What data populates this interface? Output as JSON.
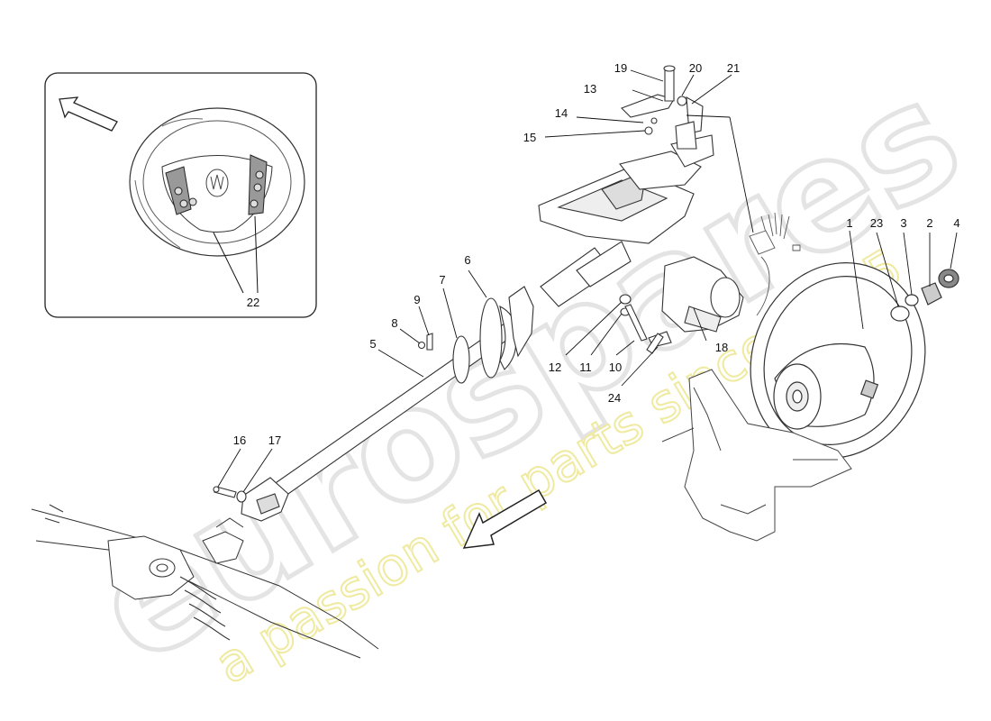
{
  "watermark": {
    "brand": "eurospares",
    "tagline": "a passion for parts since 1985",
    "brand_color": "#e6e6e6",
    "tagline_color": "#f3f0b0"
  },
  "callouts": [
    {
      "id": "1",
      "label": "1"
    },
    {
      "id": "2",
      "label": "2"
    },
    {
      "id": "3",
      "label": "3"
    },
    {
      "id": "4",
      "label": "4"
    },
    {
      "id": "5",
      "label": "5"
    },
    {
      "id": "6",
      "label": "6"
    },
    {
      "id": "7",
      "label": "7"
    },
    {
      "id": "8",
      "label": "8"
    },
    {
      "id": "9",
      "label": "9"
    },
    {
      "id": "10",
      "label": "10"
    },
    {
      "id": "11",
      "label": "11"
    },
    {
      "id": "12",
      "label": "12"
    },
    {
      "id": "13",
      "label": "13"
    },
    {
      "id": "14",
      "label": "14"
    },
    {
      "id": "15",
      "label": "15"
    },
    {
      "id": "16",
      "label": "16"
    },
    {
      "id": "17",
      "label": "17"
    },
    {
      "id": "18",
      "label": "18"
    },
    {
      "id": "19",
      "label": "19"
    },
    {
      "id": "20",
      "label": "20"
    },
    {
      "id": "21",
      "label": "21"
    },
    {
      "id": "22",
      "label": "22"
    },
    {
      "id": "23",
      "label": "23"
    },
    {
      "id": "24",
      "label": "24"
    }
  ],
  "inset": {
    "callout": "22"
  },
  "icons": {
    "direction_arrow_inset": "arrow-up-left-icon",
    "direction_arrow_main": "arrow-down-left-icon",
    "steering_logo": "trident-logo-icon"
  }
}
